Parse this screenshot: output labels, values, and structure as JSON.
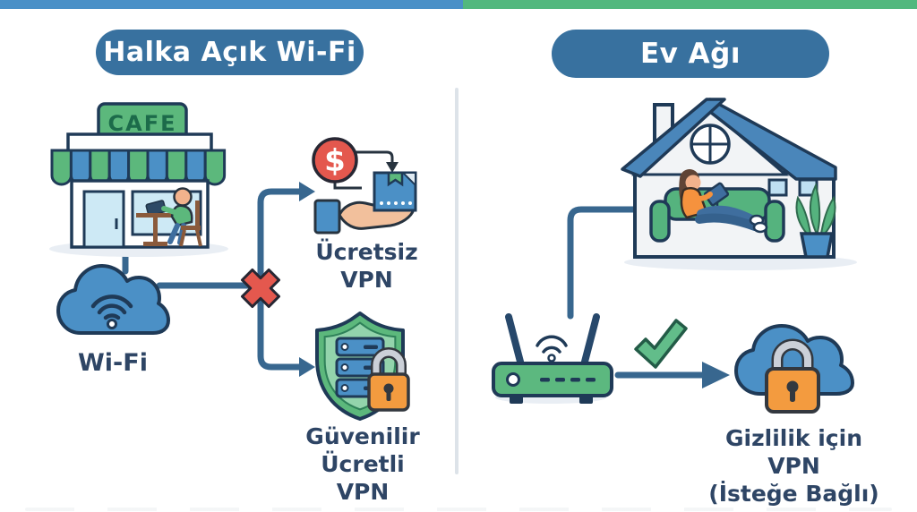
{
  "palette": {
    "topbar_blue": "#4a90c7",
    "topbar_green": "#52b87e",
    "pill_blue": "#38719f",
    "navy": "#1f3a57",
    "line_blue": "#38678f",
    "red": "#e4584e",
    "green": "#5cb87c",
    "cloud_blue": "#4b90c6",
    "orange": "#f39b3f",
    "text_navy": "#2e4565",
    "divider": "#dde3e9"
  },
  "header": {
    "left_title": "Halka Açık Wi-Fi",
    "right_title": "Ev Ağı"
  },
  "left_panel": {
    "cafe_sign": "CAFE",
    "wifi_label": "Wi-Fi",
    "dollar_symbol": "$",
    "free_vpn": {
      "line1": "Ücretsiz",
      "line2": "VPN"
    },
    "paid_vpn": {
      "line1": "Güvenilir",
      "line2": "Ücretli VPN"
    }
  },
  "right_panel": {
    "vpn_optional": {
      "line1": "Gizlilik için VPN",
      "line2": "(İsteğe Bağlı)"
    }
  }
}
